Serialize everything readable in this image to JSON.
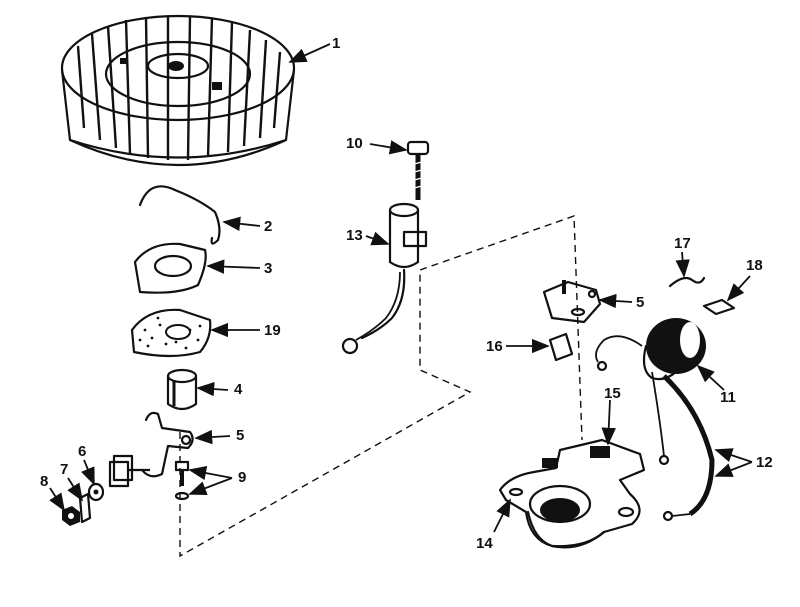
{
  "diagram": {
    "labels": [
      {
        "id": "l1",
        "text": "1"
      },
      {
        "id": "l2",
        "text": "2"
      },
      {
        "id": "l3",
        "text": "3"
      },
      {
        "id": "l19",
        "text": "19"
      },
      {
        "id": "l4",
        "text": "4"
      },
      {
        "id": "l5a",
        "text": "5"
      },
      {
        "id": "l9",
        "text": "9"
      },
      {
        "id": "l6",
        "text": "6"
      },
      {
        "id": "l7",
        "text": "7"
      },
      {
        "id": "l8",
        "text": "8"
      },
      {
        "id": "l10",
        "text": "10"
      },
      {
        "id": "l13",
        "text": "13"
      },
      {
        "id": "l5b",
        "text": "5"
      },
      {
        "id": "l16",
        "text": "16"
      },
      {
        "id": "l17",
        "text": "17"
      },
      {
        "id": "l18",
        "text": "18"
      },
      {
        "id": "l11",
        "text": "11"
      },
      {
        "id": "l15",
        "text": "15"
      },
      {
        "id": "l12",
        "text": "12"
      },
      {
        "id": "l14",
        "text": "14"
      }
    ]
  }
}
